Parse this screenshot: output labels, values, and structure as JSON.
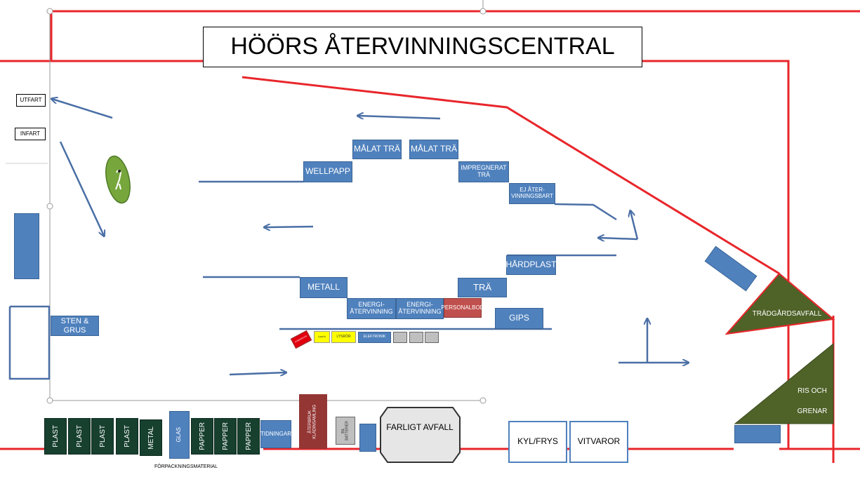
{
  "title": "HÖÖRS ÅTERVINNINGSCENTRAL",
  "gates": {
    "exit": "UTFART",
    "entry": "INFART"
  },
  "stations": {
    "wellpapp": "WELLPAPP",
    "malat_tra_1": "MÅLAT TRÄ",
    "malat_tra_2": "MÅLAT TRÄ",
    "impregnerat_tra": "IMPREGNERAT\nTRÄ",
    "ej_atervinningsbart": "EJ ÅTER-\nVINNINGSBART",
    "hardplast": "HÅRDPLAST",
    "tra": "TRÄ",
    "metall": "METALL",
    "energi_1": "ENERGI-\nÅTERVINNING",
    "energi_2": "ENERGI-\nÅTERVINNING",
    "personalbod": "PERSONALBOD",
    "gips": "GIPS",
    "sten_grus": "STEN & GRUS",
    "tradgardsavfall": "TRÄDGÅRDSAVFALL",
    "ris_och_grenar_1": "RIS OCH",
    "ris_och_grenar_2": "GRENAR"
  },
  "small_bins": {
    "red_small": "Småelektronik",
    "yellow_1": "Lysrör",
    "yellow_2": "LYSRÖR",
    "elektronik": "ELEKTRONIK"
  },
  "bottom_row": {
    "plast_1": "PLAST",
    "plast_2": "PLAST",
    "plast_3": "PLAST",
    "plast_4": "PLAST",
    "metal": "METAL",
    "glas": "GLAS",
    "papper_1": "PAPPER",
    "papper_2": "PAPPER",
    "papper_3": "PAPPER",
    "tidningar": "TIDNINGAR",
    "ateranvandning": "ÅTERBRUK\nKLÄDINSAMLING",
    "bilbatterier": "BIL\nBATTERIER",
    "farligt_avfall": "FARLIGT AVFALL",
    "kyl_frys": "KYL/FRYS",
    "vitvaror": "VITVAROR",
    "forpackningsmaterial": "FÖRPACKNINGSMATERIAL"
  },
  "colors": {
    "boundary": "#e8262b",
    "arrow": "#4a6fa5",
    "station_blue": "#4f81bd",
    "plast_green": "#17402f",
    "garden_green": "#4f6228",
    "personalbod_red": "#c0504d",
    "textile_red": "#943634",
    "lamp_yellow": "#ffff00",
    "stork_green": "#77a73c"
  },
  "icons": {
    "stork": "stork-logo-icon"
  }
}
